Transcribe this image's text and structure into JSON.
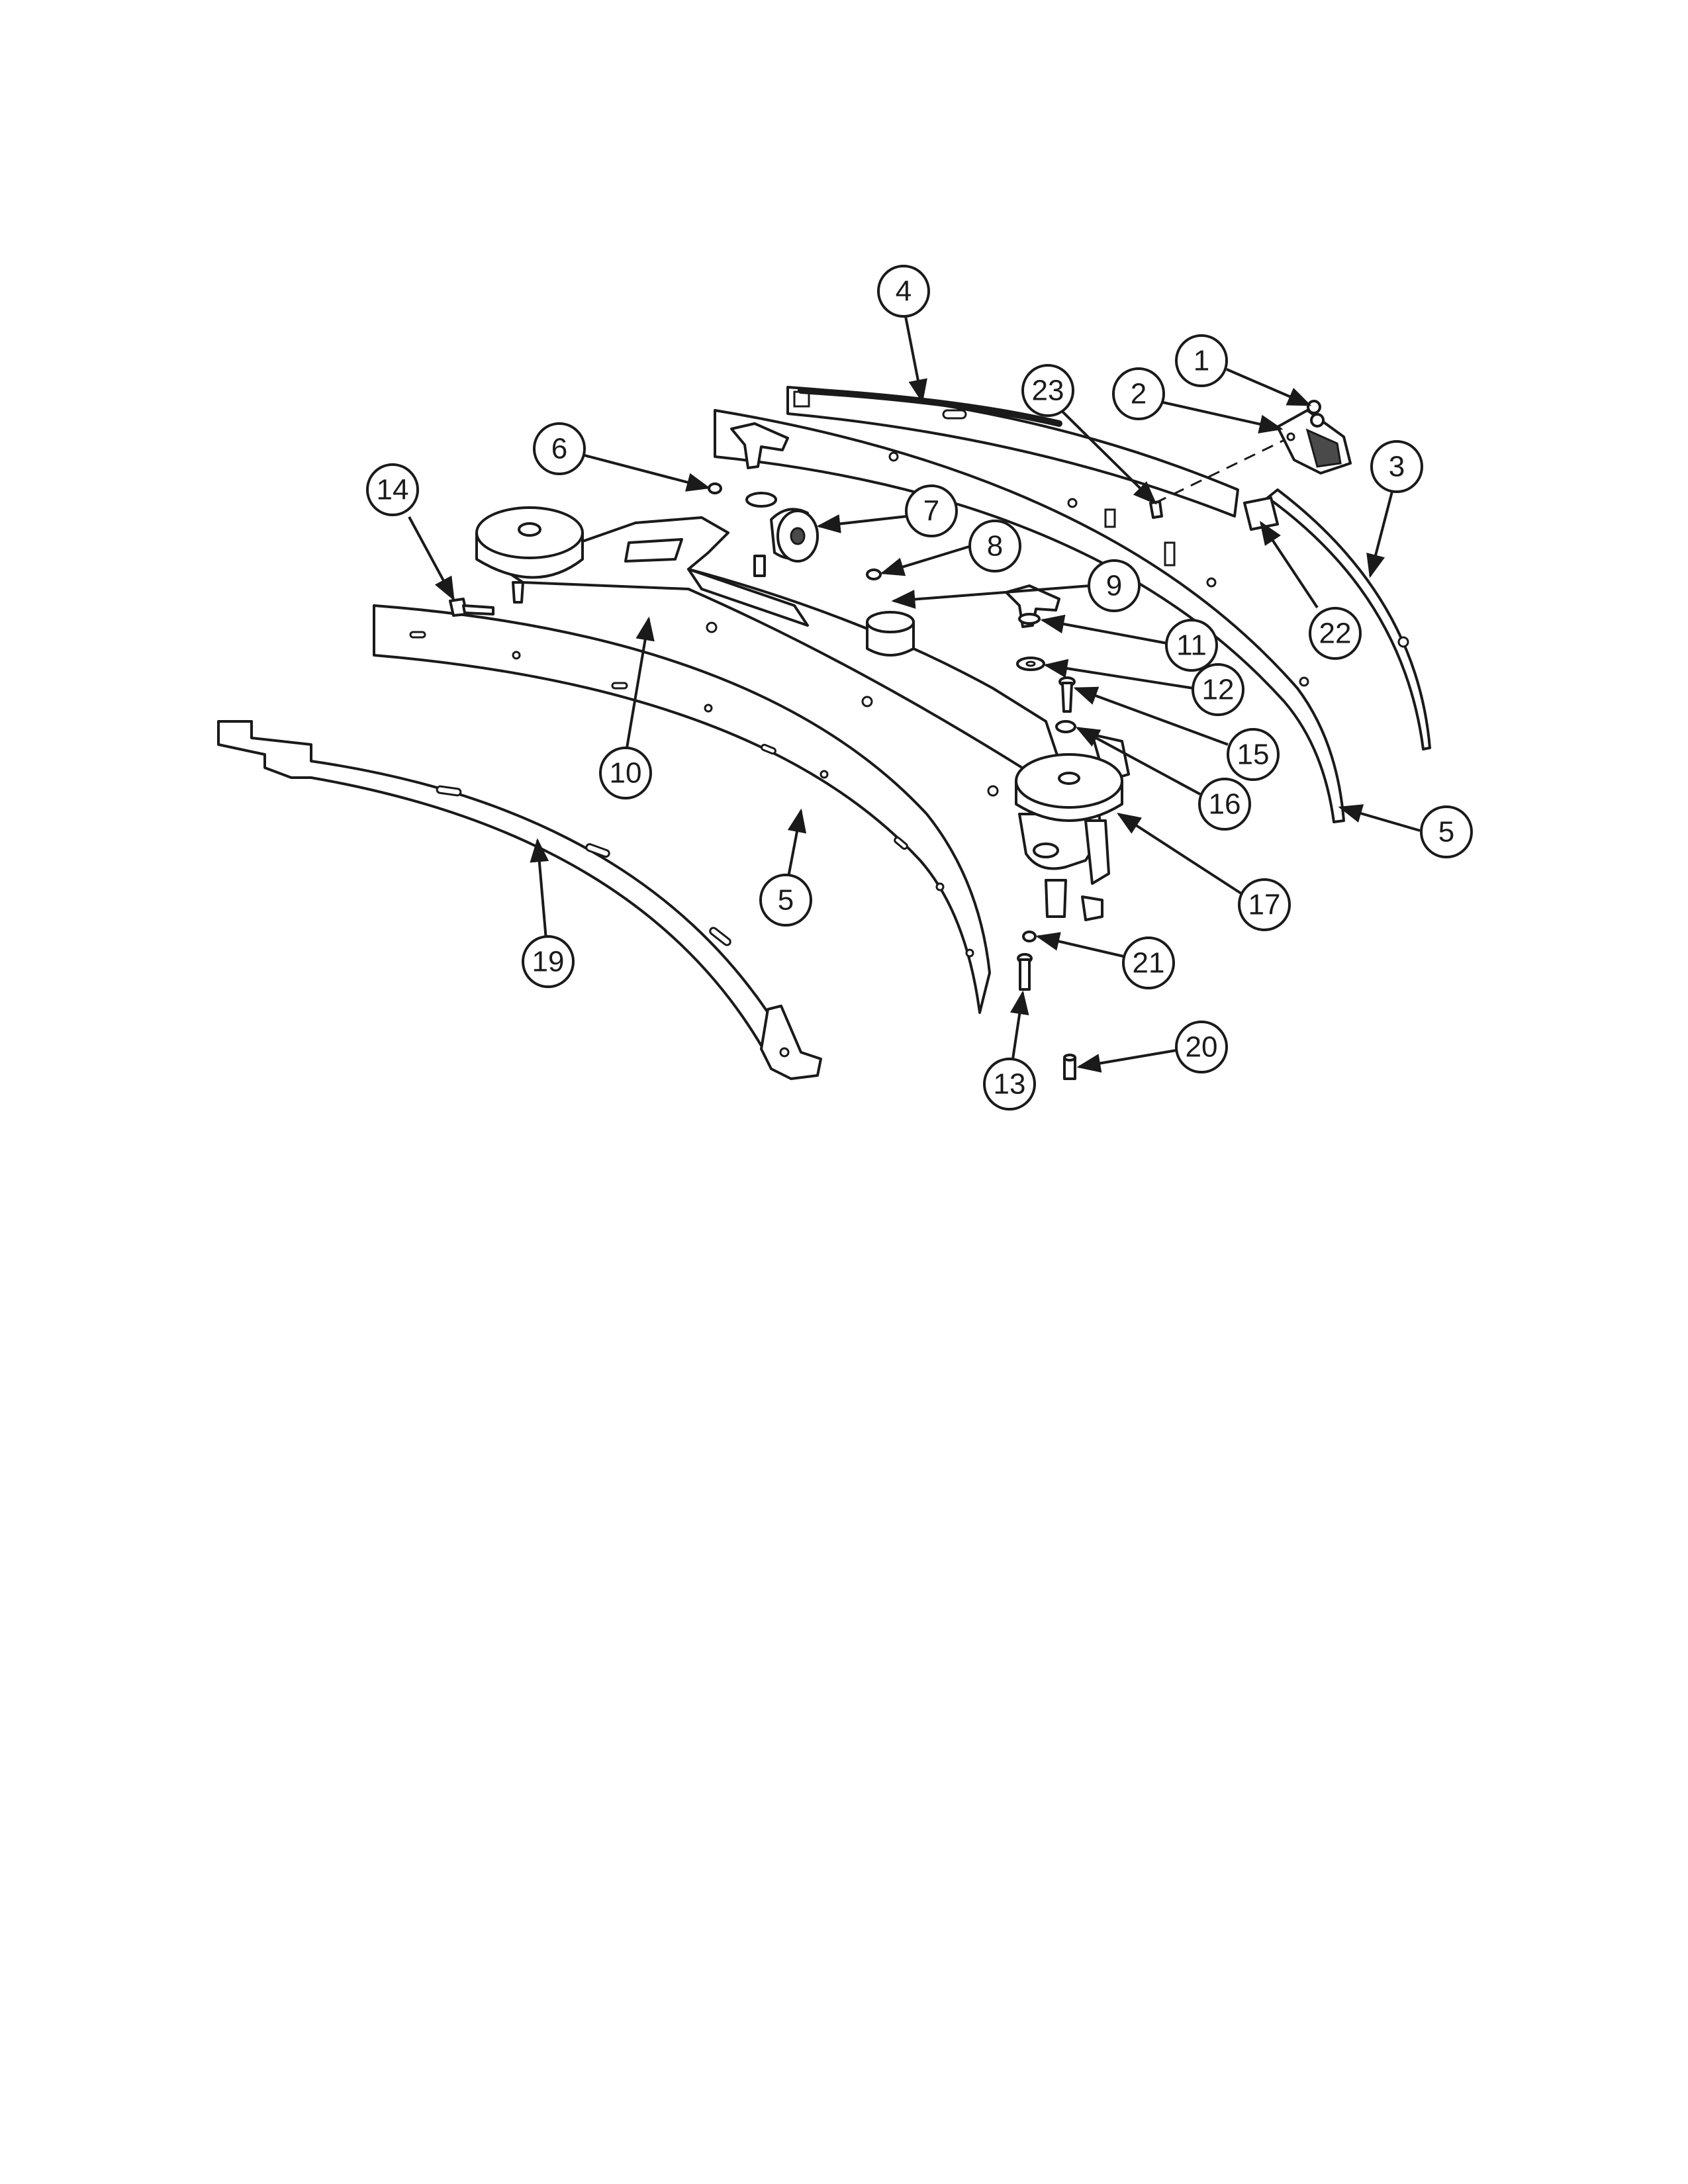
{
  "callouts": [
    {
      "id": "c1",
      "label": "1"
    },
    {
      "id": "c2",
      "label": "2"
    },
    {
      "id": "c3",
      "label": "3"
    },
    {
      "id": "c4",
      "label": "4"
    },
    {
      "id": "c5a",
      "label": "5"
    },
    {
      "id": "c5b",
      "label": "5"
    },
    {
      "id": "c6",
      "label": "6"
    },
    {
      "id": "c7",
      "label": "7"
    },
    {
      "id": "c8",
      "label": "8"
    },
    {
      "id": "c9",
      "label": "9"
    },
    {
      "id": "c10",
      "label": "10"
    },
    {
      "id": "c11",
      "label": "11"
    },
    {
      "id": "c12",
      "label": "12"
    },
    {
      "id": "c13",
      "label": "13"
    },
    {
      "id": "c14",
      "label": "14"
    },
    {
      "id": "c15",
      "label": "15"
    },
    {
      "id": "c16",
      "label": "16"
    },
    {
      "id": "c17",
      "label": "17"
    },
    {
      "id": "c19",
      "label": "19"
    },
    {
      "id": "c20",
      "label": "20"
    },
    {
      "id": "c21",
      "label": "21"
    },
    {
      "id": "c22",
      "label": "22"
    },
    {
      "id": "c23",
      "label": "23"
    }
  ],
  "colors": {
    "line": "#1a1a1a",
    "background": "#ffffff",
    "fill_grey": "#d9d9d9"
  }
}
